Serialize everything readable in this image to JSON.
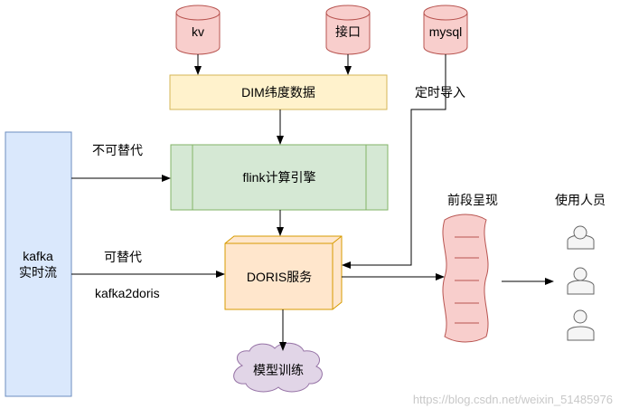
{
  "nodes": {
    "kv": "kv",
    "jiekou": "接口",
    "mysql": "mysql",
    "dim": "DIM纬度数据",
    "flink": "flink计算引擎",
    "kafka_line1": "kafka",
    "kafka_line2": "实时流",
    "doris": "DORIS服务",
    "model": "模型训练",
    "frontend": "前段呈现",
    "users": "使用人员"
  },
  "edges": {
    "scheduled_import": "定时导入",
    "not_replaceable": "不可替代",
    "replaceable": "可替代",
    "kafka2doris": "kafka2doris"
  },
  "watermark": "https://blog.csdn.net/weixin_51485976",
  "colors": {
    "db_fill": "#f8cecc",
    "db_stroke": "#b85450",
    "dim_fill": "#fff2cc",
    "dim_stroke": "#d6b656",
    "flink_fill": "#d5e8d4",
    "flink_stroke": "#82b366",
    "kafka_fill": "#dae8fc",
    "kafka_stroke": "#6c8ebf",
    "doris_fill": "#ffe6cc",
    "doris_stroke": "#d79b00",
    "cloud_fill": "#e1d5e7",
    "cloud_stroke": "#9673a6"
  }
}
